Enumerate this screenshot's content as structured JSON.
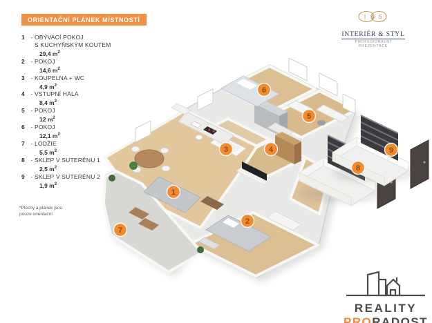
{
  "header": {
    "title": "ORIENTAČNÍ PLÁNEK MÍSTNOSTÍ"
  },
  "legend": {
    "sep": "-",
    "items": [
      {
        "num": "1",
        "name": "OBÝVACÍ POKOJ",
        "name2": "S KUCHYŇSKÝM KOUTEM",
        "area": "29,4 m",
        "sup": "2"
      },
      {
        "num": "2",
        "name": "POKOJ",
        "area": "14,6 m",
        "sup": "2"
      },
      {
        "num": "3",
        "name": "KOUPELNA + WC",
        "area": "4,9 m",
        "sup": "2"
      },
      {
        "num": "4",
        "name": "VSTUPNÍ HALA",
        "area": "8,4 m",
        "sup": "2"
      },
      {
        "num": "5",
        "name": "POKOJ",
        "area": "12 m",
        "sup": "2"
      },
      {
        "num": "6",
        "name": "POKOJ",
        "area": "12,1 m",
        "sup": "2"
      },
      {
        "num": "7",
        "name": "LODŽIE",
        "area": "5,5 m",
        "sup": "2"
      },
      {
        "num": "8",
        "name": "SKLEP V SUTERÉNU 1",
        "area": "2,5 m",
        "sup": "2"
      },
      {
        "num": "9",
        "name": "SKLEP V SUTERÉNU 2",
        "area": "1,9 m",
        "sup": "2"
      }
    ],
    "footnote_line1": "*Plochy a plánek jsou",
    "footnote_line2": "pouze orientační"
  },
  "plan": {
    "markers": [
      {
        "n": "1"
      },
      {
        "n": "2"
      },
      {
        "n": "3"
      },
      {
        "n": "4"
      },
      {
        "n": "5"
      },
      {
        "n": "6"
      },
      {
        "n": "7"
      },
      {
        "n": "8"
      },
      {
        "n": "9"
      }
    ]
  },
  "logos": {
    "interier": {
      "i": "I",
      "amp": "&",
      "s": "S",
      "title": "INTERIÉR & STYL",
      "tagline": "PROFESIONÁLNÍ PREZENTACE"
    },
    "reality": {
      "word1": "REALITY",
      "pro": "PRO",
      "radost": "RADOST"
    }
  },
  "colors": {
    "accent_orange": "#ef9043",
    "marker_orange": "#f18b30",
    "marker_number": "#8f4a0e",
    "wood_floor": "#ddc094",
    "terrace_floor": "#d7d7d3",
    "wall_white": "#f7f7f5",
    "logo_navy": "#2e3d55",
    "logo_gold": "#c89a5e",
    "reality_dark": "#4c4b47",
    "reality_orange": "#ef8b41"
  }
}
